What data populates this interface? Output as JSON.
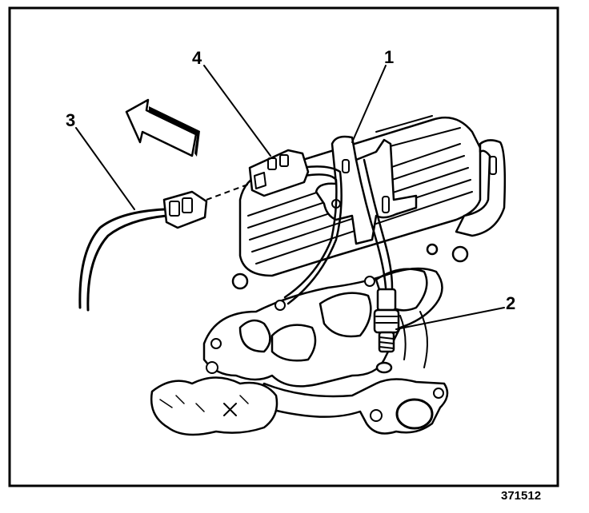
{
  "diagram": {
    "callouts": {
      "c1": "1",
      "c2": "2",
      "c3": "3",
      "c4": "4"
    },
    "figure_number": "371512"
  },
  "colors": {
    "ink": "#000000",
    "background": "#ffffff"
  },
  "icons": {
    "direction_arrow": "arrow-up-left-icon"
  }
}
